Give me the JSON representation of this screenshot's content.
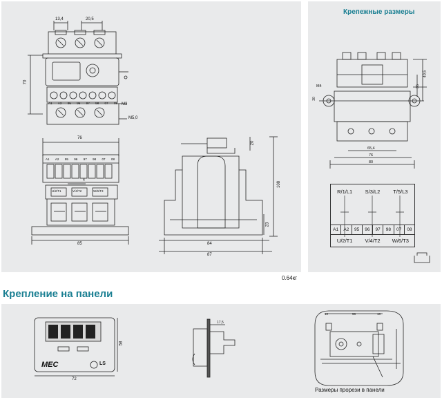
{
  "section_top": {
    "mounting_title": "Крепежные размеры",
    "weight": "0.64кг"
  },
  "section_bottom": {
    "title": "Крепление на панели",
    "cutout_caption": "Размеры прорези в панели"
  },
  "top_view": {
    "dims": [
      "13,4",
      "20,5",
      "70",
      "M3",
      "M5,0"
    ],
    "terminals_top": [
      "A1",
      "A2",
      "95",
      "96",
      "97",
      "98",
      "07",
      "08"
    ]
  },
  "front_view": {
    "dims": [
      "76",
      "4",
      "85"
    ],
    "terminals": [
      "A1",
      "A2",
      "95",
      "96",
      "97",
      "98",
      "07",
      "08"
    ],
    "phase_labels": [
      "U/2/T1",
      "V/4/T2",
      "W/6/T3"
    ]
  },
  "side_view": {
    "dims": [
      "20",
      "108",
      "23",
      "84",
      "87"
    ]
  },
  "mounting_view": {
    "dims": [
      "M4",
      "30",
      "40,5",
      "35",
      "65,4",
      "76",
      "80"
    ]
  },
  "wiring_table": {
    "top_row": [
      "R/1/L1",
      "S/3/L2",
      "T/5/L3"
    ],
    "mid_row": [
      "A1",
      "A2",
      "95",
      "96",
      "97",
      "98",
      "07",
      "08"
    ],
    "bottom_row": [
      "U/2/T1",
      "V/4/T2",
      "W/6/T3"
    ]
  },
  "panel_front": {
    "dims": [
      "72",
      "58"
    ],
    "brand": "MEC",
    "logo": "LS"
  },
  "panel_side": {
    "dims": [
      "17,5"
    ]
  },
  "panel_cutout": {
    "dims": [
      "10",
      "56",
      "10"
    ]
  }
}
